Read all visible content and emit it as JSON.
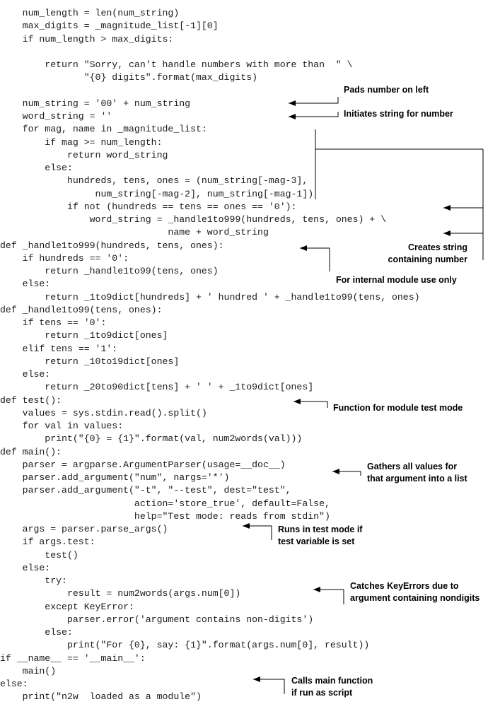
{
  "code_lines": [
    "    num_length = len(num_string)",
    "    max_digits = _magnitude_list[-1][0]",
    "    if num_length > max_digits:",
    "",
    "        return \"Sorry, can't handle numbers with more than  \" \\",
    "               \"{0} digits\".format(max_digits)",
    "",
    "    num_string = '00' + num_string",
    "    word_string = ''",
    "    for mag, name in _magnitude_list:",
    "        if mag >= num_length:",
    "            return word_string",
    "        else:",
    "            hundreds, tens, ones = (num_string[-mag-3],",
    "                 num_string[-mag-2], num_string[-mag-1])",
    "            if not (hundreds == tens == ones == '0'):",
    "                word_string = _handle1to999(hundreds, tens, ones) + \\",
    "                              name + word_string",
    "def _handle1to999(hundreds, tens, ones):",
    "    if hundreds == '0':",
    "        return _handle1to99(tens, ones)",
    "    else:",
    "        return _1to9dict[hundreds] + ' hundred ' + _handle1to99(tens, ones)",
    "def _handle1to99(tens, ones):",
    "    if tens == '0':",
    "        return _1to9dict[ones]",
    "    elif tens == '1':",
    "        return _10to19dict[ones]",
    "    else:",
    "        return _20to90dict[tens] + ' ' + _1to9dict[ones]",
    "def test():",
    "    values = sys.stdin.read().split()",
    "    for val in values:",
    "        print(\"{0} = {1}\".format(val, num2words(val)))",
    "def main():",
    "    parser = argparse.ArgumentParser(usage=__doc__)",
    "    parser.add_argument(\"num\", nargs='*')",
    "    parser.add_argument(\"-t\", \"--test\", dest=\"test\",",
    "                        action='store_true', default=False,",
    "                        help=\"Test mode: reads from stdin\")",
    "    args = parser.parse_args()",
    "    if args.test:",
    "        test()",
    "    else:",
    "        try:",
    "            result = num2words(args.num[0])",
    "        except KeyError:",
    "            parser.error('argument contains non-digits')",
    "        else:",
    "            print(\"For {0}, say: {1}\".format(args.num[0], result))",
    "if __name__ == '__main__':",
    "    main()",
    "else:",
    "    print(\"n2w  loaded as a module\")"
  ],
  "annotations": {
    "pads": [
      "Pads number on left"
    ],
    "initiates": [
      "Initiates string for number"
    ],
    "creates": [
      "Creates string",
      "containing number"
    ],
    "internal": [
      "For internal module use only"
    ],
    "test_mode": [
      "Function for module test mode"
    ],
    "gathers": [
      "Gathers all values for",
      "that argument into a list"
    ],
    "runs_test": [
      "Runs in test mode if",
      "test variable is set"
    ],
    "catches": [
      "Catches KeyErrors due to",
      "argument containing nondigits"
    ],
    "calls_main": [
      "Calls main function",
      "if run as script"
    ]
  }
}
